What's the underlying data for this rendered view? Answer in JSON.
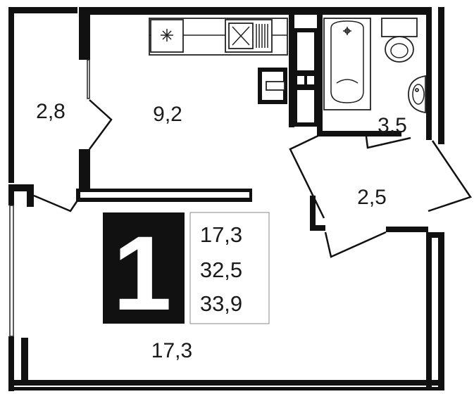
{
  "rooms": {
    "hallway_area": "2,8",
    "kitchen_area": "9,2",
    "bathroom_area": "3,5",
    "loggia_area": "2,5",
    "living_room_area": "17,3"
  },
  "summary": {
    "rooms_count": "1",
    "living_area": "17,3",
    "total_area": "32,5",
    "total_area_with_loggia": "33,9"
  },
  "fixtures": [
    "stove-icon",
    "sink-icon",
    "bathtub-icon",
    "toilet-icon",
    "washbasin-icon",
    "washing-machine-icon"
  ]
}
